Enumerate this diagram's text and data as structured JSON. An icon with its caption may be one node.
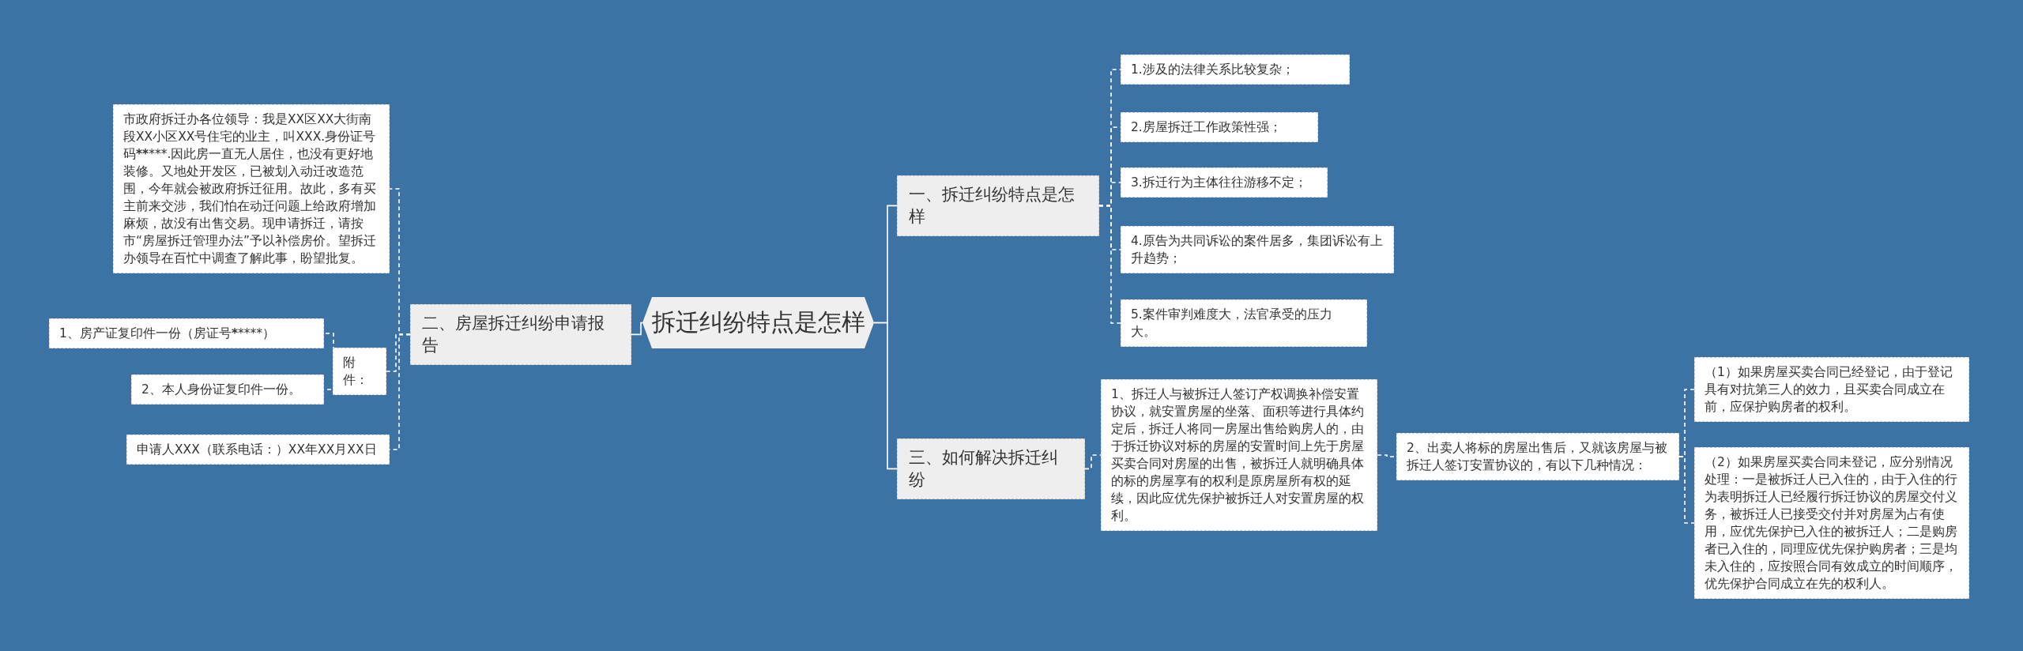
{
  "diagram": {
    "nodes": [
      {
        "text": [
          "拆迁纠纷特点是怎样"
        ]
      },
      {
        "text": [
          "一、拆迁纠纷特点是怎样"
        ]
      },
      {
        "text": [
          "1.涉及的法律关系比较复杂；"
        ]
      },
      {
        "text": [
          "2.房屋拆迁工作政策性强；"
        ]
      },
      {
        "text": [
          "3.拆迁行为主体往往游移不定；"
        ]
      },
      {
        "text": [
          "4.原告为共同诉讼的案件居多，集团诉讼有上升趋势；"
        ]
      },
      {
        "text": [
          "5.案件审判难度大，法官承受的压力大。"
        ]
      },
      {
        "text": [
          "二、房屋拆迁纠纷申请报告"
        ]
      },
      {
        "text": [
          "市政府拆迁办各位领导：我是XX区XX大街南段XX小区XX号住宅的业主，叫XXX.身份证号码*************.因此房一直无人居住，也没有更好地装修。又地处开发区，已被划入动迁改造范围，今年就会被政府拆迁征用。故此，多有买主前来交涉，我们怕在动迁问题上给政府增加麻烦，故没有出售交易。现申请拆迁，请按市“房屋拆迁管理办法”予以补偿房价。望拆迁办领导在百忙中调查了解此事，盼望批复。"
        ]
      },
      {
        "text": [
          "附件："
        ]
      },
      {
        "text": [
          "1、房产证复印件一份（房证号*********）"
        ]
      },
      {
        "text": [
          "2、本人身份证复印件一份。"
        ]
      },
      {
        "text": [
          "申请人XXX（联系电话：）XX年XX月XX日"
        ]
      },
      {
        "text": [
          "三、如何解决拆迁纠纷"
        ]
      },
      {
        "text": [
          "1、拆迁人与被拆迁人签订产权调换补偿安置协议，就安置房屋的坐落、面积等进行具体约定后，拆迁人将同一房屋出售给购房人的，由于拆迁协议对标的房屋的安置时间上先于房屋买卖合同对房屋的出售，被拆迁人就明确具体的标的房屋享有的权利是原房屋所有权的延续，因此应优先保护被拆迁人对安置房屋的权利。"
        ]
      },
      {
        "text": [
          "2、出卖人将标的房屋出售后，又就该房屋与被拆迁人签订安置协议的，有以下几种情况："
        ]
      },
      {
        "text": [
          "（1）如果房屋买卖合同已经登记，由于登记具有对抗第三人的效力，且买卖合同成立在前，应保护购房者的权利。"
        ]
      },
      {
        "text": [
          "（2）如果房屋买卖合同未登记，应分别情况处理：一是被拆迁人已入住的，由于入住的行为表明拆迁人已经履行拆迁协议的房屋交付义务，被拆迁人已接受交付并对房屋为占有使用，应优先保护已入住的被拆迁人；二是购房者已入住的，同理应优先保护购房者；三是均未入住的，应按照合同有效成立的时间顺序，优先保护合同成立在先的权利人。"
        ]
      }
    ],
    "edges": [
      {
        "from": 0,
        "to": 1,
        "arrow": "none"
      },
      {
        "from": 1,
        "to": 2,
        "arrow": "none",
        "style": "dashed"
      },
      {
        "from": 1,
        "to": 3,
        "arrow": "none",
        "style": "dashed"
      },
      {
        "from": 1,
        "to": 4,
        "arrow": "none",
        "style": "dashed"
      },
      {
        "from": 1,
        "to": 5,
        "arrow": "none",
        "style": "dashed"
      },
      {
        "from": 1,
        "to": 6,
        "arrow": "none",
        "style": "dashed"
      },
      {
        "from": 0,
        "to": 7,
        "arrow": "none"
      },
      {
        "from": 7,
        "to": 8,
        "arrow": "none",
        "style": "dashed"
      },
      {
        "from": 7,
        "to": 9,
        "arrow": "none",
        "style": "dashed"
      },
      {
        "from": 9,
        "to": 10,
        "arrow": "none",
        "style": "dashed"
      },
      {
        "from": 9,
        "to": 11,
        "arrow": "none",
        "style": "dashed"
      },
      {
        "from": 7,
        "to": 12,
        "arrow": "none",
        "style": "dashed"
      },
      {
        "from": 0,
        "to": 13,
        "arrow": "none"
      },
      {
        "from": 13,
        "to": 14,
        "arrow": "none",
        "style": "dashed"
      },
      {
        "from": 14,
        "to": 15,
        "arrow": "none",
        "style": "dashed"
      },
      {
        "from": 15,
        "to": 16,
        "arrow": "none",
        "style": "dashed"
      },
      {
        "from": 15,
        "to": 17,
        "arrow": "none",
        "style": "dashed"
      }
    ]
  }
}
